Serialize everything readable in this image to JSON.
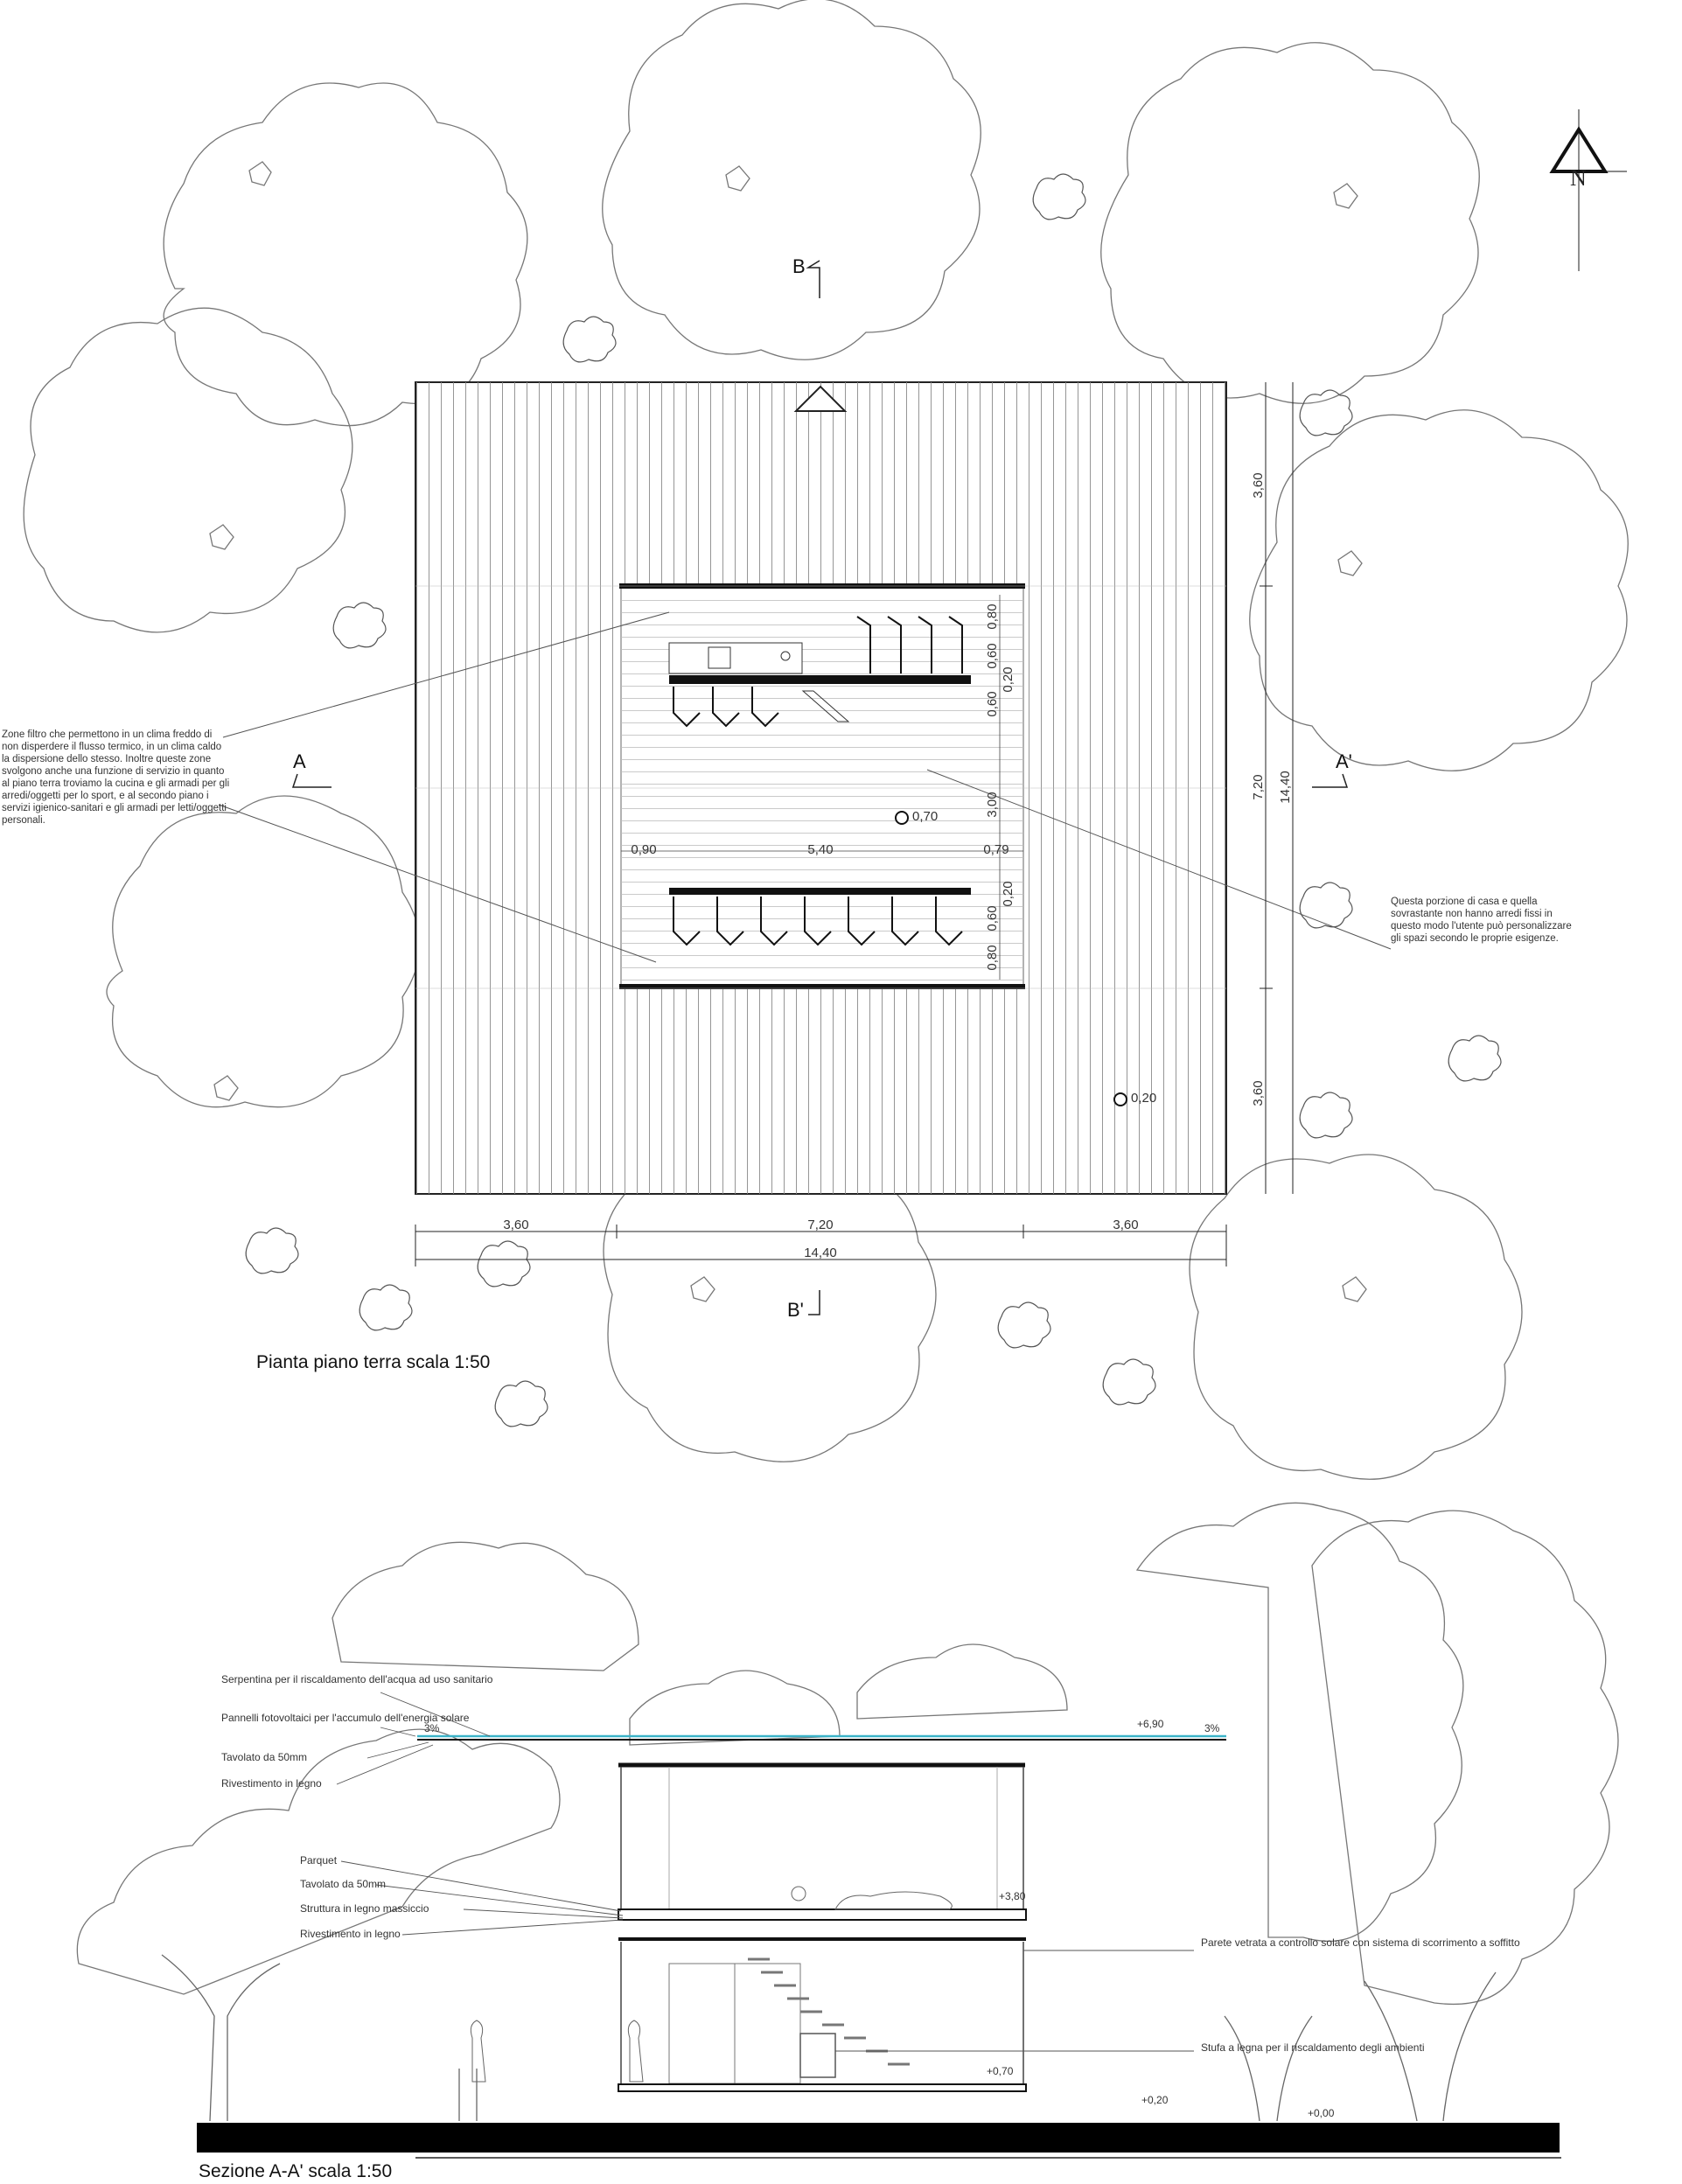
{
  "plan": {
    "title": "Pianta piano terra scala 1:50",
    "section_markers": {
      "a": "A",
      "a_prime": "A'",
      "b": "B",
      "b_prime": "B'"
    },
    "north_label": "N",
    "dims": {
      "bottom_left": "3,60",
      "bottom_mid": "7,20",
      "bottom_right": "3,60",
      "bottom_total": "14,40",
      "right_top": "3,60",
      "right_mid": "7,20",
      "right_bottom": "3,60",
      "right_total": "14,40",
      "inner_left": "0,90",
      "inner_mid": "5,40",
      "inner_right": "0,79",
      "inner_v_080_a": "0,80",
      "inner_v_060_a": "0,60",
      "inner_v_020_a": "0,20",
      "inner_v_060_b": "0,60",
      "inner_v_300": "3,00",
      "inner_v_020_b": "0,20",
      "inner_v_060_c": "0,60",
      "inner_v_080_b": "0,80"
    },
    "levels": {
      "inner": "0,70",
      "outer": "0,20"
    },
    "note_left": "Zone filtro che permettono in un clima freddo di non disperdere il flusso termico, in un clima caldo la dispersione dello stesso. Inoltre queste zone svolgono anche una funzione di servizio in quanto al piano terra troviamo la cucina e gli armadi per gli arredi/oggetti per lo sport, e al secondo piano i servizi igienico-sanitari e gli armadi per letti/oggetti personali.",
    "note_right": "Questa porzione di casa e quella sovrastante non hanno arredi fissi in questo modo l'utente può personalizzare gli spazi secondo le proprie esigenze."
  },
  "section": {
    "title": "Sezione A-A' scala 1:50",
    "labels": {
      "serpentina": "Serpentina per il riscaldamento dell'acqua ad uso sanitario",
      "pannelli": "Pannelli fotovoltaici per l'accumulo dell'energia solare",
      "tavolato_top": "Tavolato da 50mm",
      "rivestimento_top": "Rivestimento in legno",
      "parquet": "Parquet",
      "tavolato_mid": "Tavolato da 50mm",
      "struttura": "Struttura in legno massiccio",
      "rivestimento_mid": "Rivestimento in legno",
      "parete": "Parete vetrata a controllo solare con sistema di scorrimento a soffitto",
      "stufa": "Stufa a legna per il riscaldamento degli ambienti"
    },
    "slopes": {
      "left": "3%",
      "right": "3%"
    },
    "levels": {
      "roof": "+6,90",
      "floor1": "+3,80",
      "floor0": "+0,70",
      "base": "+0,20",
      "ground": "+0,00"
    }
  }
}
